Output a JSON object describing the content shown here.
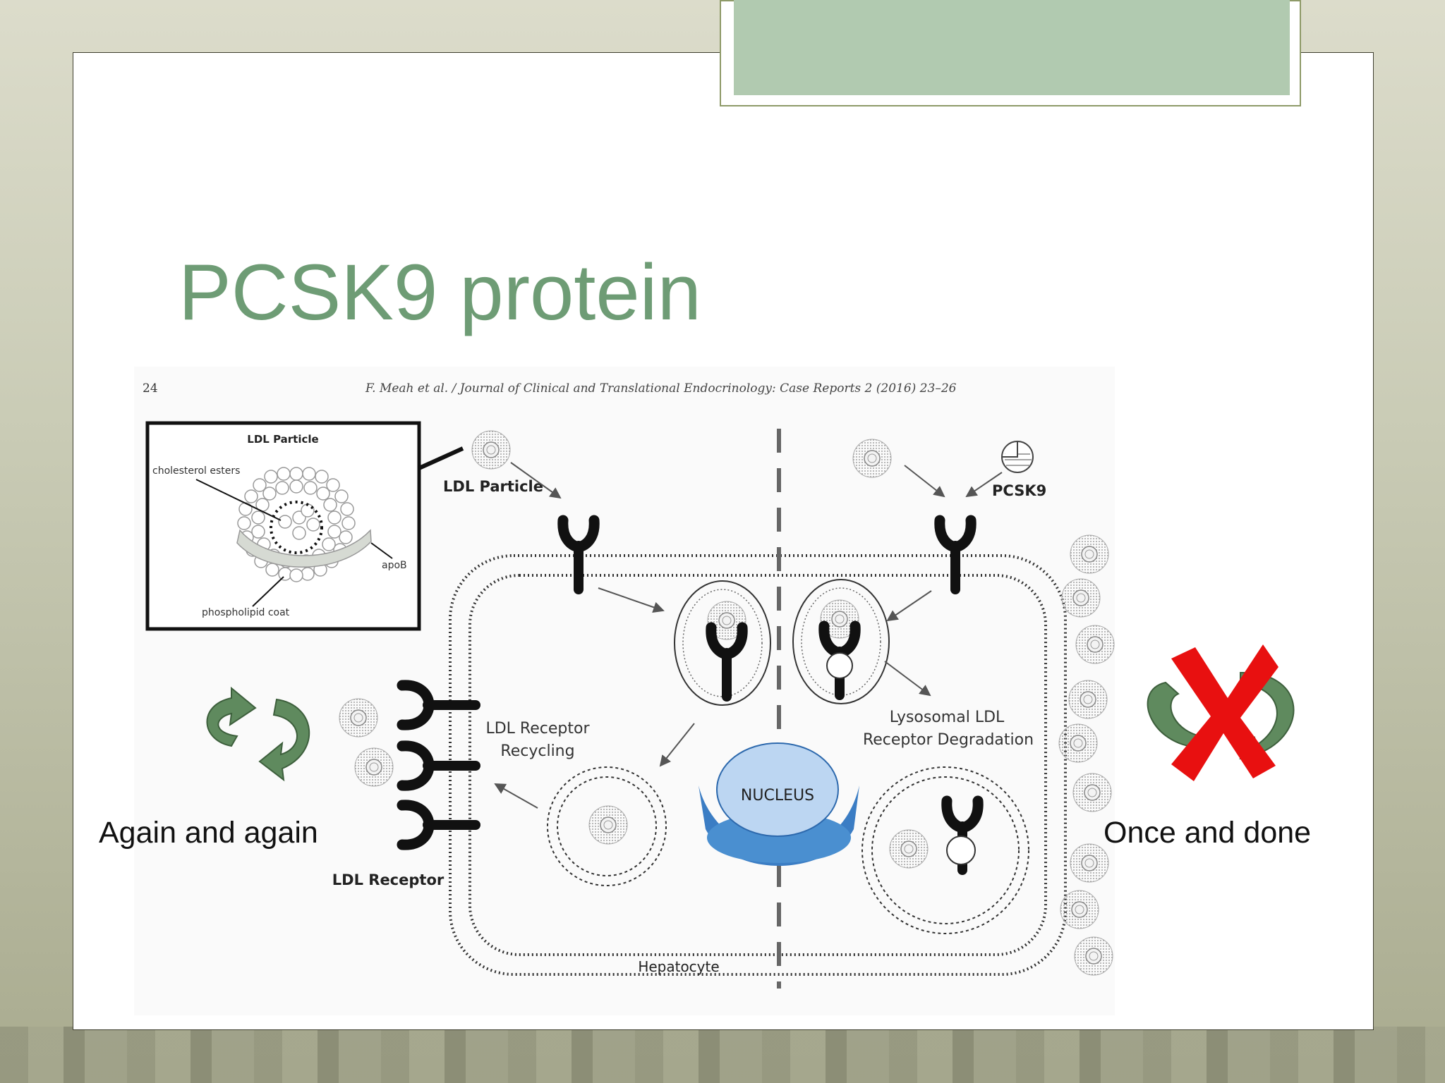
{
  "slide": {
    "title": "PCSK9 protein"
  },
  "figure": {
    "page_number": "24",
    "citation": "F. Meah et al. / Journal of Clinical and Translational Endocrinology: Case Reports 2 (2016) 23–26",
    "inset": {
      "title": "LDL Particle",
      "labels": {
        "cholesterol_esters": "cholesterol esters",
        "apob": "apoB",
        "phospholipid_coat": "phospholipid coat"
      }
    },
    "labels": {
      "ldl_particle": "LDL Particle",
      "pcsk9": "PCSK9",
      "ldl_receptor_recycling_1": "LDL Receptor",
      "ldl_receptor_recycling_2": "Recycling",
      "lysosomal_1": "Lysosomal LDL",
      "lysosomal_2": "Receptor Degradation",
      "nucleus": "NUCLEUS",
      "ldl_receptor": "LDL Receptor",
      "hepatocyte": "Hepatocyte"
    }
  },
  "captions": {
    "left": "Again and again",
    "right": "Once and done"
  },
  "colors": {
    "title": "#6e9c75",
    "arrow_green": "#5f8a5e",
    "x_red": "#e81010",
    "nucleus": "#4a87c6"
  }
}
